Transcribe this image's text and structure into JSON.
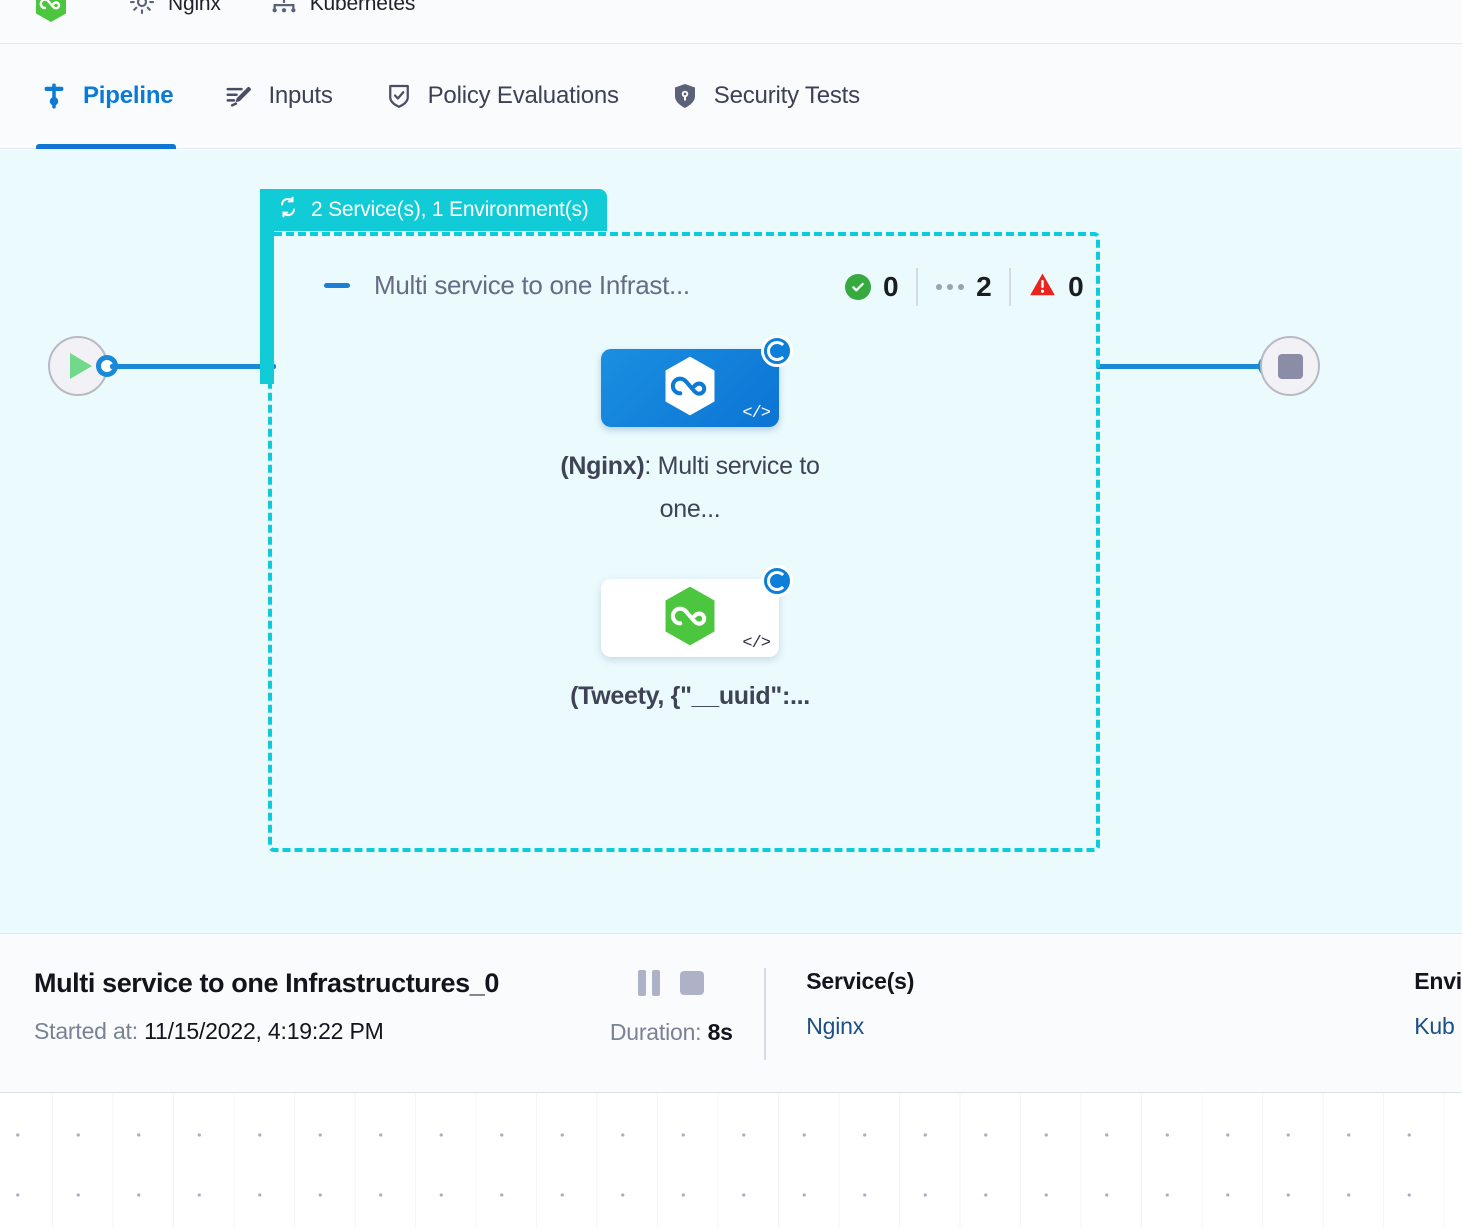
{
  "topbar": {
    "items": [
      {
        "icon": "hexagon-green-logo-icon",
        "label": ""
      },
      {
        "icon": "gear-icon",
        "label": "Nginx"
      },
      {
        "icon": "infrastructure-icon",
        "label": "Kubernetes"
      }
    ]
  },
  "tabs": [
    {
      "label": "Pipeline",
      "icon": "pipeline-icon",
      "active": true
    },
    {
      "label": "Inputs",
      "icon": "inputs-pencil-icon",
      "active": false
    },
    {
      "label": "Policy Evaluations",
      "icon": "policy-shield-check-icon",
      "active": false
    },
    {
      "label": "Security Tests",
      "icon": "security-shield-icon",
      "active": false
    }
  ],
  "pipeline": {
    "group_badge": {
      "icon": "loop-refresh-icon",
      "label": "2 Service(s), 1 Environment(s)"
    },
    "group_title": "Multi service to one Infrast...",
    "collapse_icon": "minus-collapse-icon",
    "counters": [
      {
        "icon": "check-circle-icon",
        "value": "0",
        "status_color": "#36a93f"
      },
      {
        "icon": "ellipsis-icon",
        "value": "2",
        "status_color": "#9aa2b1"
      },
      {
        "icon": "warning-triangle-icon",
        "value": "0",
        "status_color": "#e8241f"
      }
    ],
    "start_node": {
      "icon": "play-icon"
    },
    "end_node": {
      "icon": "stop-icon"
    },
    "nodes": [
      {
        "icon": "hexagon-infinity-blue-icon",
        "badge": "running-spinner-icon",
        "code_glyph": "</>",
        "label_bold": "(Nginx)",
        "label_rest": ": Multi service to one..."
      },
      {
        "icon": "hexagon-infinity-green-icon",
        "badge": "running-spinner-icon",
        "code_glyph": "</>",
        "label_bold": "(Tweety, {\"__uuid\":...",
        "label_rest": ""
      }
    ]
  },
  "detail": {
    "title": "Multi service to one Infrastructures_0",
    "started_label": "Started at:",
    "started_value": "11/15/2022, 4:19:22 PM",
    "pause_icon": "pause-icon",
    "stop_icon": "stop-icon",
    "duration_label": "Duration:",
    "duration_value": "8s",
    "services_title": "Service(s)",
    "services_value": "Nginx",
    "environments_title": "Envi",
    "environments_value": "Kub"
  },
  "colors": {
    "accent_blue": "#1b8ad6",
    "teal": "#11cbd7",
    "canvas_bg": "#eafafd",
    "success": "#36a93f",
    "error": "#e8241f"
  }
}
